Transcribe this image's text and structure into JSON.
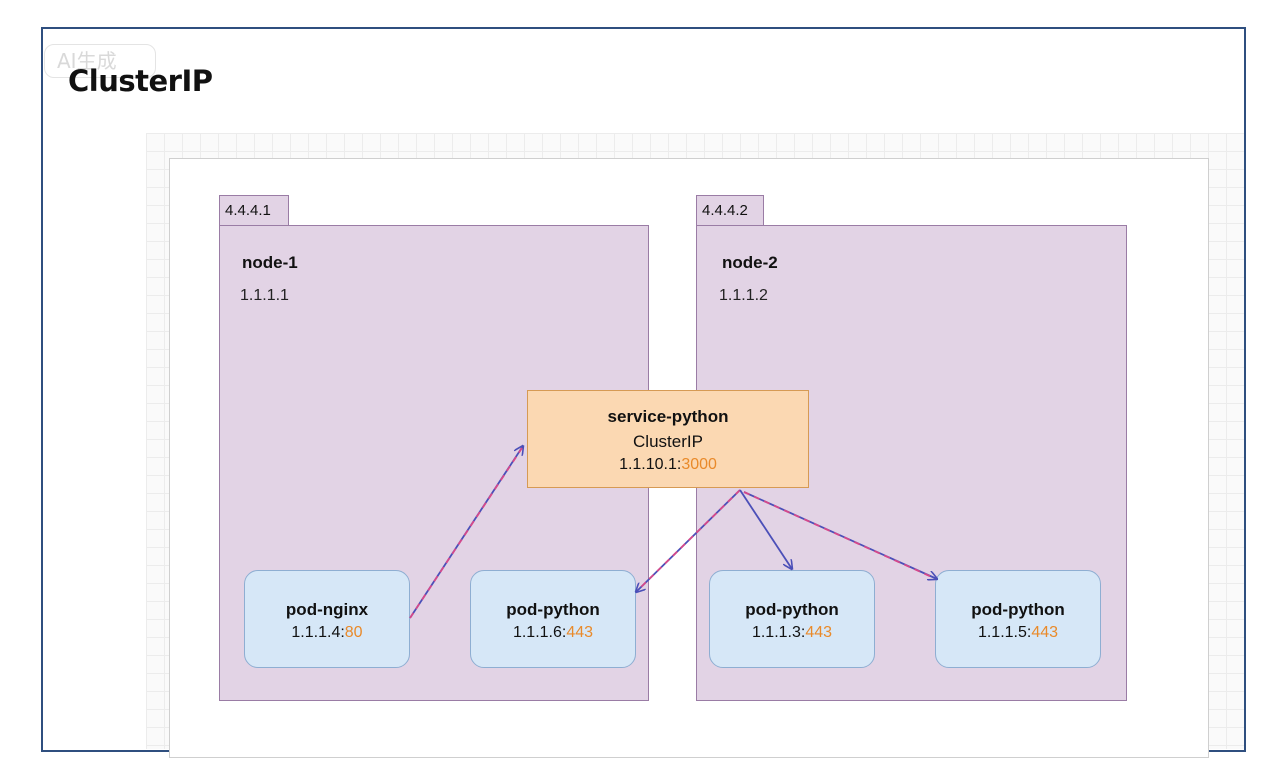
{
  "badge": "AI生成",
  "title": "ClusterIP",
  "nodes": [
    {
      "tab": "4.4.4.1",
      "name": "node-1",
      "ip": "1.1.1.1"
    },
    {
      "tab": "4.4.4.2",
      "name": "node-2",
      "ip": "1.1.1.2"
    }
  ],
  "service": {
    "name": "service-python",
    "type": "ClusterIP",
    "ip": "1.1.10.1:",
    "port": "3000"
  },
  "pods": [
    {
      "name": "pod-nginx",
      "ip": "1.1.1.4:",
      "port": "80"
    },
    {
      "name": "pod-python",
      "ip": "1.1.1.6:",
      "port": "443"
    },
    {
      "name": "pod-python",
      "ip": "1.1.1.3:",
      "port": "443"
    },
    {
      "name": "pod-python",
      "ip": "1.1.1.5:",
      "port": "443"
    }
  ],
  "colors": {
    "node_fill": "#e2d3e5",
    "service_fill": "#fbd8b2",
    "pod_fill": "#d6e7f7",
    "port_text": "#e98a2a",
    "arrow_blue": "#4b4fb8",
    "arrow_dash": "#d6488a"
  }
}
